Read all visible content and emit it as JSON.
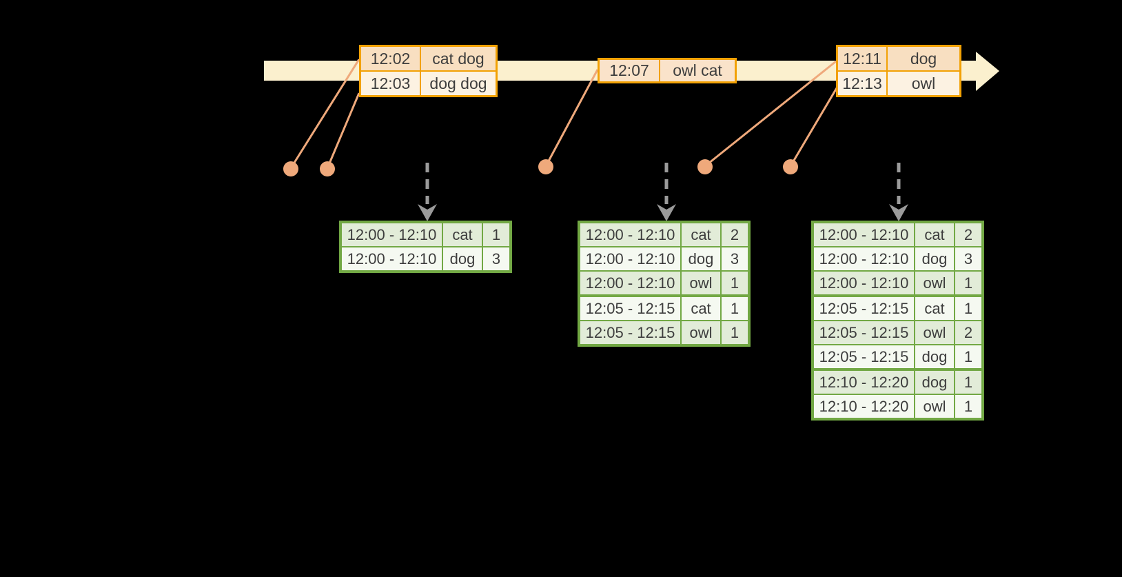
{
  "colors": {
    "background": "#000000",
    "timeline_fill": "#FBF0CE",
    "event_table_border": "#F2A104",
    "event_row_peach": "#F8DFC1",
    "event_row_cream": "#FCF2E2",
    "event_row_mid": "#FAE3CA",
    "marker_salmon": "#EFA97B",
    "trigger_arrow_gray": "#9B9B9B",
    "result_table_border": "#72A844",
    "result_row_green": "#E2ECD8",
    "result_row_white": "#F5F9F1",
    "text": "#3D3D3D"
  },
  "timeline": {
    "event_tables": [
      {
        "rows": [
          {
            "time": "12:02",
            "words": "cat dog"
          },
          {
            "time": "12:03",
            "words": "dog dog"
          }
        ]
      },
      {
        "rows": [
          {
            "time": "12:07",
            "words": "owl cat"
          }
        ]
      },
      {
        "rows": [
          {
            "time": "12:11",
            "words": "dog"
          },
          {
            "time": "12:13",
            "words": "owl"
          }
        ]
      }
    ]
  },
  "result_tables": [
    {
      "rows": [
        {
          "window": "12:00 - 12:10",
          "word": "cat",
          "count": "1"
        },
        {
          "window": "12:00 - 12:10",
          "word": "dog",
          "count": "3"
        }
      ]
    },
    {
      "rows": [
        {
          "window": "12:00 - 12:10",
          "word": "cat",
          "count": "2"
        },
        {
          "window": "12:00 - 12:10",
          "word": "dog",
          "count": "3"
        },
        {
          "window": "12:00 - 12:10",
          "word": "owl",
          "count": "1"
        },
        {
          "window": "12:05 - 12:15",
          "word": "cat",
          "count": "1"
        },
        {
          "window": "12:05 - 12:15",
          "word": "owl",
          "count": "1"
        }
      ]
    },
    {
      "rows": [
        {
          "window": "12:00 - 12:10",
          "word": "cat",
          "count": "2"
        },
        {
          "window": "12:00 - 12:10",
          "word": "dog",
          "count": "3"
        },
        {
          "window": "12:00 - 12:10",
          "word": "owl",
          "count": "1"
        },
        {
          "window": "12:05 - 12:15",
          "word": "cat",
          "count": "1"
        },
        {
          "window": "12:05 - 12:15",
          "word": "owl",
          "count": "2"
        },
        {
          "window": "12:05 - 12:15",
          "word": "dog",
          "count": "1"
        },
        {
          "window": "12:10 - 12:20",
          "word": "dog",
          "count": "1"
        },
        {
          "window": "12:10 - 12:20",
          "word": "owl",
          "count": "1"
        }
      ]
    }
  ]
}
